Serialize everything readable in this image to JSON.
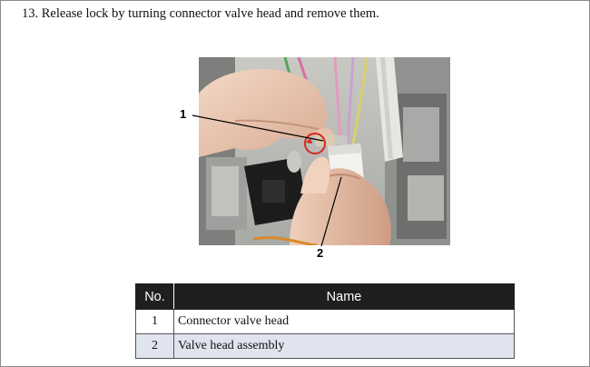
{
  "step": {
    "text": "13. Release lock by turning connector valve head and remove them."
  },
  "photo": {
    "callouts": [
      "1",
      "2"
    ]
  },
  "parts_table": {
    "headers": {
      "no": "No.",
      "name": "Name"
    },
    "rows": [
      {
        "no": "1",
        "name": "Connector valve head"
      },
      {
        "no": "2",
        "name": "Valve head assembly"
      }
    ]
  },
  "colors": {
    "header_bg": "#1f1f1f",
    "alt_row_bg": "#dfe4ee",
    "lock_circle": "#d8261c"
  }
}
